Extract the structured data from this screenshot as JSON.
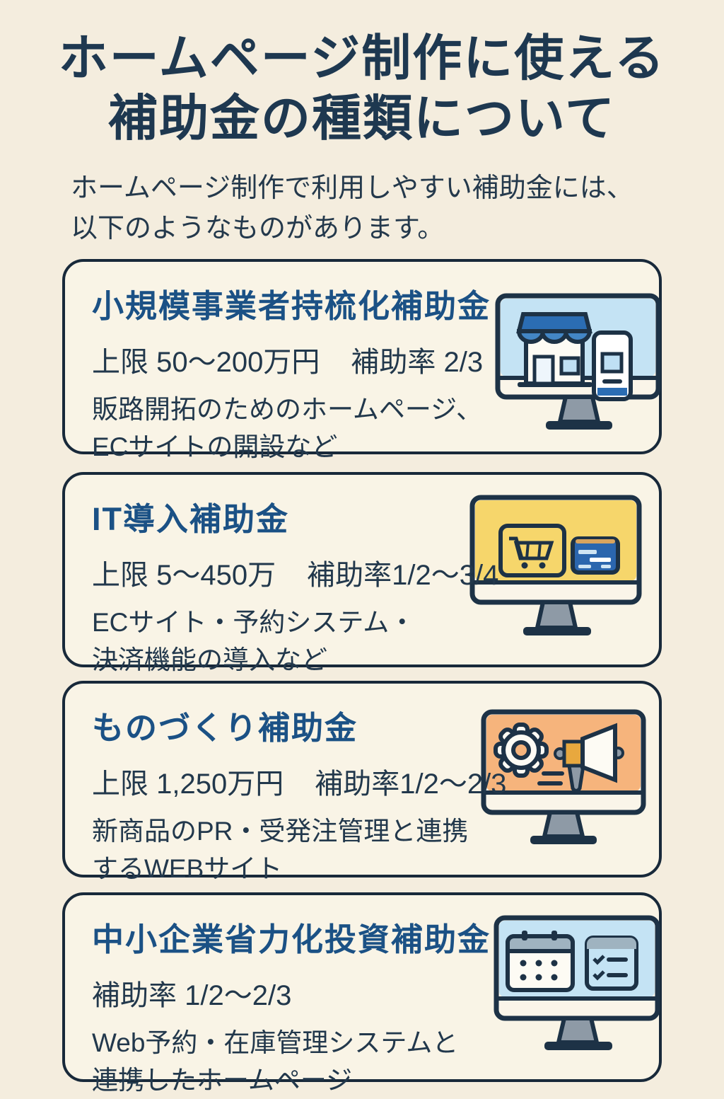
{
  "page": {
    "title_line1": "ホームページ制作に使える",
    "title_line2": "補助金の種類について",
    "subtitle_line1": "ホームページ制作で利用しやすい補助金には、",
    "subtitle_line2": "以下のようなものがあります。"
  },
  "palette": {
    "background": "#f4edde",
    "card_background": "#f9f4e6",
    "border_navy": "#18293a",
    "heading_navy": "#1e3850",
    "card_title_blue": "#1b5185",
    "body_text": "#22384c",
    "screen_light_blue": "#c4e3f4",
    "screen_yellow": "#f6d66b",
    "screen_orange": "#f6b47c",
    "accent_blue": "#2b6db3",
    "stand_gray": "#8e9aa6"
  },
  "cards": [
    {
      "title": "小規模事業者持梳化補助金",
      "limit_label": "上限 50〜200万円",
      "rate_label": "補助率 2/3",
      "desc_line1": "販路開拓のためのホームページ、",
      "desc_line2": "ECサイトの開設など",
      "icon": "storefront-monitor-icon"
    },
    {
      "title": "IT導入補助金",
      "limit_label": "上限 5〜450万",
      "rate_label": "補助率1/2〜3/4",
      "desc_line1": "ECサイト・予約システム・",
      "desc_line2": "決済機能の導入など",
      "icon": "ecommerce-cart-card-monitor-icon"
    },
    {
      "title": "ものづくり補助金",
      "limit_label": "上限 1,250万円",
      "rate_label": "補助率1/2〜2/3",
      "desc_line1": "新商品のPR・受発注管理と連携",
      "desc_line2": "するWEBサイト",
      "icon": "gear-megaphone-monitor-icon"
    },
    {
      "title": "中小企業省力化投資補助金",
      "rate_label": "補助率 1/2〜2/3",
      "desc_line1": "Web予約・在庫管理システムと",
      "desc_line2": "連携したホームページ",
      "icon": "calendar-list-monitor-icon"
    }
  ]
}
